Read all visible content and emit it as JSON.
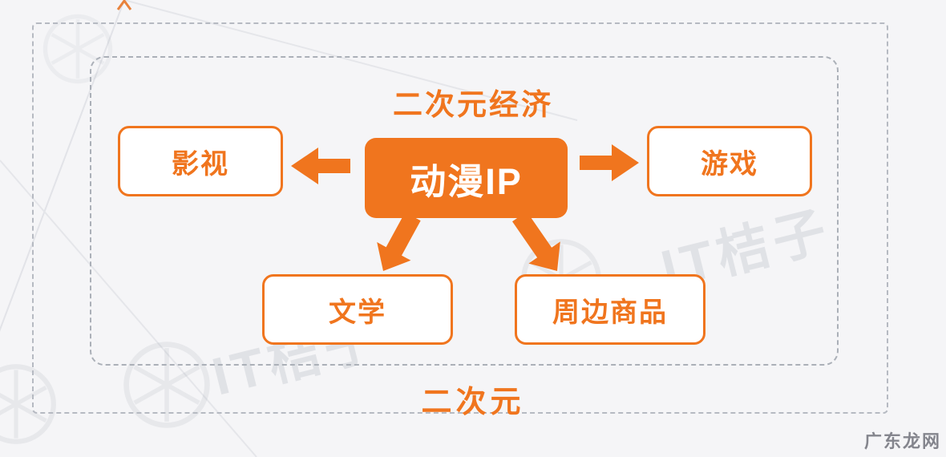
{
  "diagram": {
    "title": "二次元经济",
    "outer_label": "二次元",
    "center_node": {
      "label": "动漫IP"
    },
    "nodes": [
      {
        "id": "film",
        "label": "影视"
      },
      {
        "id": "game",
        "label": "游戏"
      },
      {
        "id": "literature",
        "label": "文学"
      },
      {
        "id": "merchandise",
        "label": "周边商品"
      }
    ]
  },
  "watermark": {
    "brand": "IT桔子",
    "site": "广东龙网"
  },
  "colors": {
    "accent": "#F0751E",
    "dashed_border": "#ABB0B8",
    "background": "#F5F5F7",
    "watermark_gray": "#9BA1AD"
  }
}
